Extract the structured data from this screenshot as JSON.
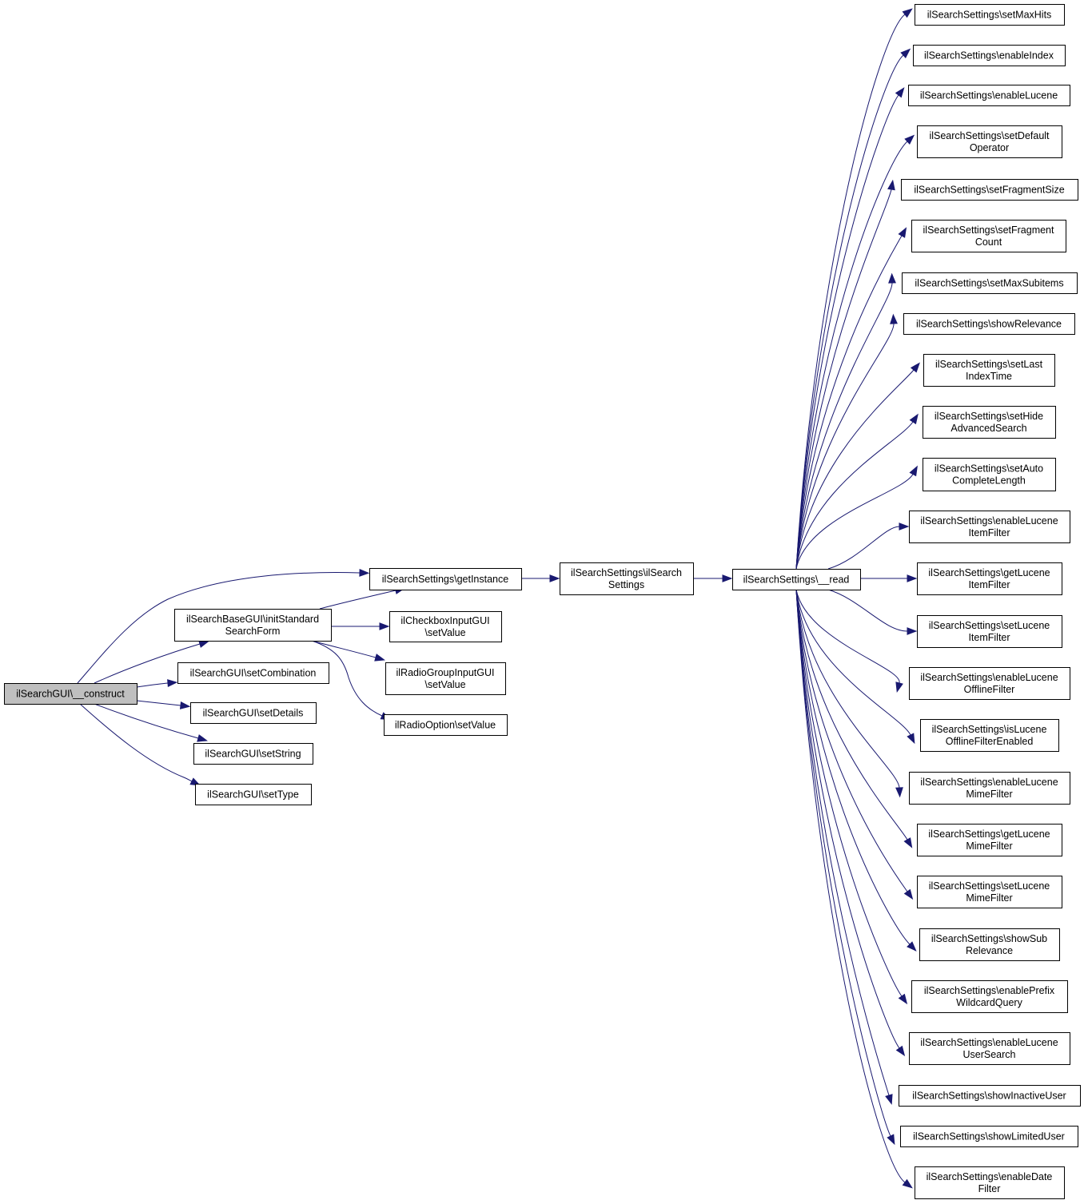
{
  "graph": {
    "edge_color": "#191970",
    "root_fill": "#bfbfbf",
    "nodes": {
      "construct": [
        "ilSearchGUI\\__construct"
      ],
      "getInstance": [
        "ilSearchSettings\\getInstance"
      ],
      "initStandard": [
        "ilSearchBaseGUI\\initStandard",
        "SearchForm"
      ],
      "setCombination": [
        "ilSearchGUI\\setCombination"
      ],
      "setDetails": [
        "ilSearchGUI\\setDetails"
      ],
      "setString": [
        "ilSearchGUI\\setString"
      ],
      "setType": [
        "ilSearchGUI\\setType"
      ],
      "checkboxSetValue": [
        "ilCheckboxInputGUI",
        "\\setValue"
      ],
      "radioGroupSetValue": [
        "ilRadioGroupInputGUI",
        "\\setValue"
      ],
      "radioOptionSetValue": [
        "ilRadioOption\\setValue"
      ],
      "ilSearchSettingsCtor": [
        "ilSearchSettings\\ilSearch",
        "Settings"
      ],
      "read": [
        "ilSearchSettings\\__read"
      ],
      "setMaxHits": [
        "ilSearchSettings\\setMaxHits"
      ],
      "enableIndex": [
        "ilSearchSettings\\enableIndex"
      ],
      "enableLucene": [
        "ilSearchSettings\\enableLucene"
      ],
      "setDefaultOperator": [
        "ilSearchSettings\\setDefault",
        "Operator"
      ],
      "setFragmentSize": [
        "ilSearchSettings\\setFragmentSize"
      ],
      "setFragmentCount": [
        "ilSearchSettings\\setFragment",
        "Count"
      ],
      "setMaxSubitems": [
        "ilSearchSettings\\setMaxSubitems"
      ],
      "showRelevance": [
        "ilSearchSettings\\showRelevance"
      ],
      "setLastIndexTime": [
        "ilSearchSettings\\setLast",
        "IndexTime"
      ],
      "setHideAdvancedSearch": [
        "ilSearchSettings\\setHide",
        "AdvancedSearch"
      ],
      "setAutoCompleteLength": [
        "ilSearchSettings\\setAuto",
        "CompleteLength"
      ],
      "enableLuceneItemFilter": [
        "ilSearchSettings\\enableLucene",
        "ItemFilter"
      ],
      "getLuceneItemFilter": [
        "ilSearchSettings\\getLucene",
        "ItemFilter"
      ],
      "setLuceneItemFilter": [
        "ilSearchSettings\\setLucene",
        "ItemFilter"
      ],
      "enableLuceneOfflineFilter": [
        "ilSearchSettings\\enableLucene",
        "OfflineFilter"
      ],
      "isLuceneOfflineFilterEnabled": [
        "ilSearchSettings\\isLucene",
        "OfflineFilterEnabled"
      ],
      "enableLuceneMimeFilter": [
        "ilSearchSettings\\enableLucene",
        "MimeFilter"
      ],
      "getLuceneMimeFilter": [
        "ilSearchSettings\\getLucene",
        "MimeFilter"
      ],
      "setLuceneMimeFilter": [
        "ilSearchSettings\\setLucene",
        "MimeFilter"
      ],
      "showSubRelevance": [
        "ilSearchSettings\\showSub",
        "Relevance"
      ],
      "enablePrefixWildcardQuery": [
        "ilSearchSettings\\enablePrefix",
        "WildcardQuery"
      ],
      "enableLuceneUserSearch": [
        "ilSearchSettings\\enableLucene",
        "UserSearch"
      ],
      "showInactiveUser": [
        "ilSearchSettings\\showInactiveUser"
      ],
      "showLimitedUser": [
        "ilSearchSettings\\showLimitedUser"
      ],
      "enableDateFilter": [
        "ilSearchSettings\\enableDate",
        "Filter"
      ]
    },
    "edges": [
      [
        "construct",
        "getInstance"
      ],
      [
        "construct",
        "initStandard"
      ],
      [
        "construct",
        "setCombination"
      ],
      [
        "construct",
        "setDetails"
      ],
      [
        "construct",
        "setString"
      ],
      [
        "construct",
        "setType"
      ],
      [
        "initStandard",
        "getInstance"
      ],
      [
        "initStandard",
        "checkboxSetValue"
      ],
      [
        "initStandard",
        "radioGroupSetValue"
      ],
      [
        "initStandard",
        "radioOptionSetValue"
      ],
      [
        "getInstance",
        "ilSearchSettingsCtor"
      ],
      [
        "ilSearchSettingsCtor",
        "read"
      ],
      [
        "read",
        "setMaxHits"
      ],
      [
        "read",
        "enableIndex"
      ],
      [
        "read",
        "enableLucene"
      ],
      [
        "read",
        "setDefaultOperator"
      ],
      [
        "read",
        "setFragmentSize"
      ],
      [
        "read",
        "setFragmentCount"
      ],
      [
        "read",
        "setMaxSubitems"
      ],
      [
        "read",
        "showRelevance"
      ],
      [
        "read",
        "setLastIndexTime"
      ],
      [
        "read",
        "setHideAdvancedSearch"
      ],
      [
        "read",
        "setAutoCompleteLength"
      ],
      [
        "read",
        "enableLuceneItemFilter"
      ],
      [
        "read",
        "getLuceneItemFilter"
      ],
      [
        "read",
        "setLuceneItemFilter"
      ],
      [
        "read",
        "enableLuceneOfflineFilter"
      ],
      [
        "read",
        "isLuceneOfflineFilterEnabled"
      ],
      [
        "read",
        "enableLuceneMimeFilter"
      ],
      [
        "read",
        "getLuceneMimeFilter"
      ],
      [
        "read",
        "setLuceneMimeFilter"
      ],
      [
        "read",
        "showSubRelevance"
      ],
      [
        "read",
        "enablePrefixWildcardQuery"
      ],
      [
        "read",
        "enableLuceneUserSearch"
      ],
      [
        "read",
        "showInactiveUser"
      ],
      [
        "read",
        "showLimitedUser"
      ],
      [
        "read",
        "enableDateFilter"
      ]
    ]
  }
}
